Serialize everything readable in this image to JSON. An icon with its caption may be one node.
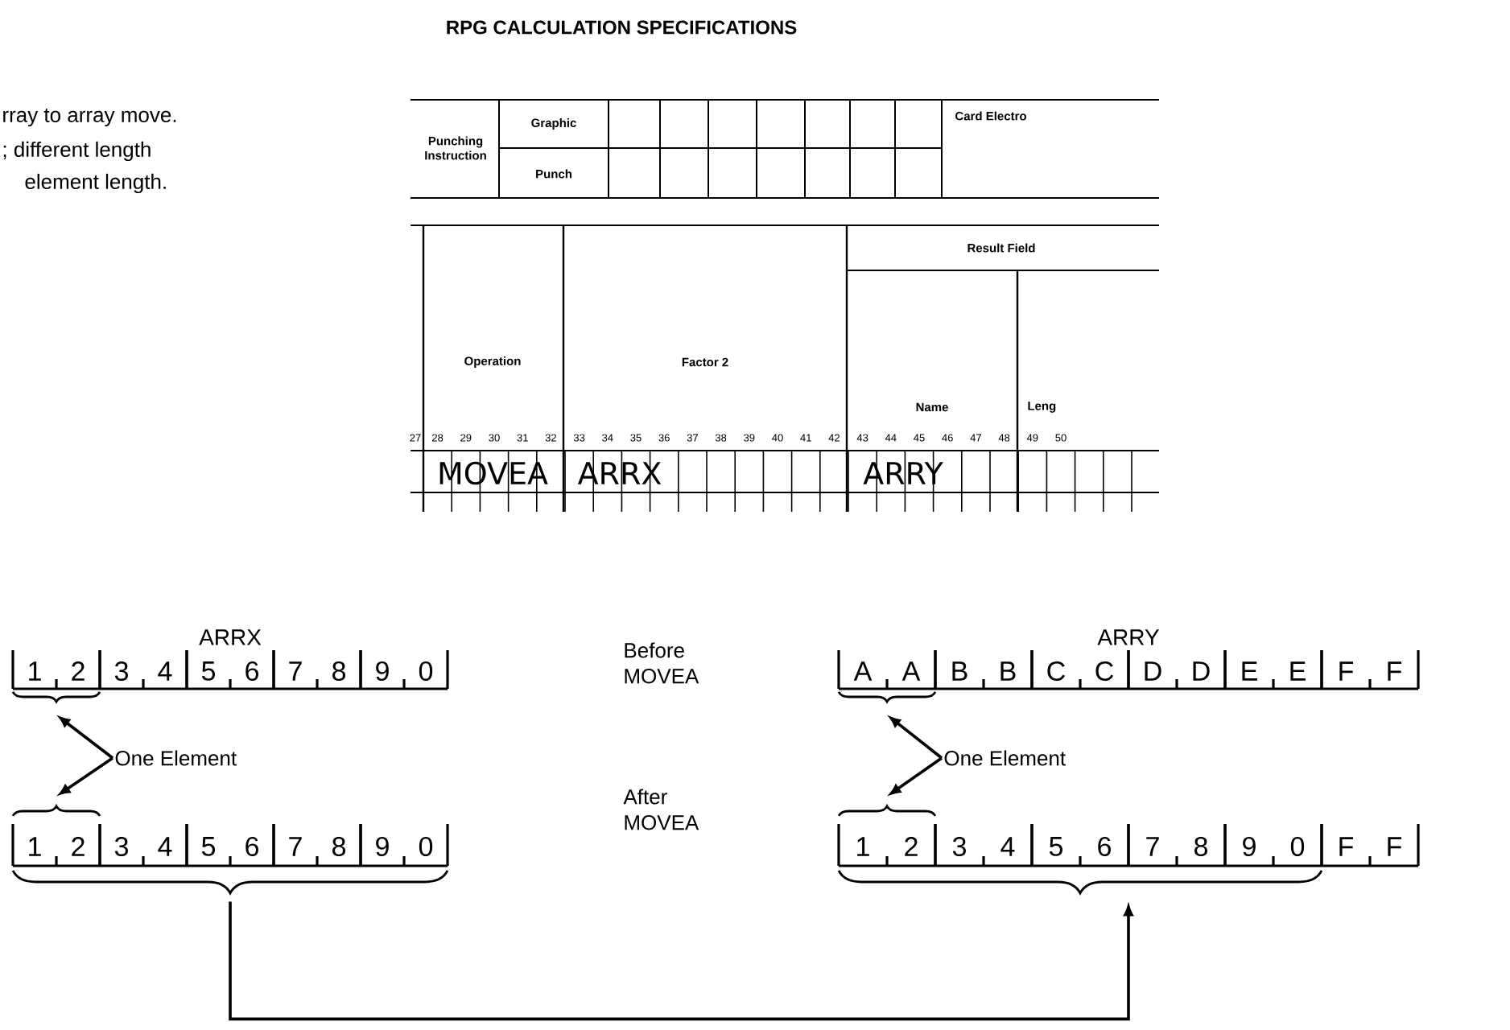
{
  "diagram": {
    "title": "RPG CALCULATION SPECIFICATIONS",
    "nodes": [
      {
        "text": [
          "ARRX"
        ]
      },
      {
        "text": [
          "1",
          "2"
        ],
        "in": 0
      },
      {
        "text": [
          "3",
          "4"
        ],
        "in": 0
      },
      {
        "text": [
          "5",
          "6"
        ],
        "in": 0
      },
      {
        "text": [
          "7",
          "8"
        ],
        "in": 0
      },
      {
        "text": [
          "9",
          "0"
        ],
        "in": 0
      },
      {
        "text": [],
        "shape": "bar"
      },
      {
        "text": [
          "1",
          "2"
        ]
      },
      {
        "text": [
          "3",
          "4"
        ]
      },
      {
        "text": [
          "5",
          "6"
        ]
      },
      {
        "text": [
          "7",
          "8"
        ]
      },
      {
        "text": [
          "9",
          "0"
        ]
      },
      {
        "text": [
          "ARRY"
        ]
      },
      {
        "text": [
          "A",
          "A"
        ],
        "in": 12
      },
      {
        "text": [
          "B",
          "B"
        ],
        "in": 12
      },
      {
        "text": [
          "C",
          "C"
        ],
        "in": 12
      },
      {
        "text": [
          "D",
          "D"
        ],
        "in": 12
      },
      {
        "text": [
          "E",
          "E"
        ],
        "in": 12
      },
      {
        "text": [
          "F",
          "F"
        ],
        "in": 12
      },
      {
        "text": [],
        "shape": "bar"
      },
      {
        "text": [
          "1",
          "2"
        ]
      },
      {
        "text": [
          "3",
          "4"
        ]
      },
      {
        "text": [
          "5",
          "6"
        ]
      },
      {
        "text": [
          "7",
          "8"
        ]
      },
      {
        "text": [
          "9",
          "0"
        ]
      },
      {
        "text": [
          "F",
          "F"
        ]
      },
      {
        "text": [
          "One Element"
        ]
      },
      {
        "text": [
          "One Element"
        ]
      }
    ],
    "edges": [
      {
        "from": 26,
        "to": 1,
        "arrow": "to"
      },
      {
        "from": 26,
        "to": 7,
        "arrow": "to"
      },
      {
        "from": 27,
        "to": 13,
        "arrow": "to"
      },
      {
        "from": 27,
        "to": 20,
        "arrow": "to"
      },
      {
        "from": 6,
        "to": 19,
        "arrow": "to"
      }
    ],
    "labels": [
      "rray to array move.",
      "; different length",
      "element length.",
      "Punching Instruction",
      "Graphic",
      "Punch",
      "Card Electro",
      "Result Field",
      "Operation",
      "Factor 2",
      "Name",
      "Leng",
      "27",
      "28",
      "29",
      "30",
      "31",
      "32",
      "33",
      "34",
      "35",
      "36",
      "37",
      "38",
      "39",
      "40",
      "41",
      "42",
      "43",
      "44",
      "45",
      "46",
      "47",
      "48",
      "49",
      "50",
      "MOVEA",
      "ARRX",
      "ARRY",
      "Before MOVEA",
      "After MOVEA"
    ]
  }
}
